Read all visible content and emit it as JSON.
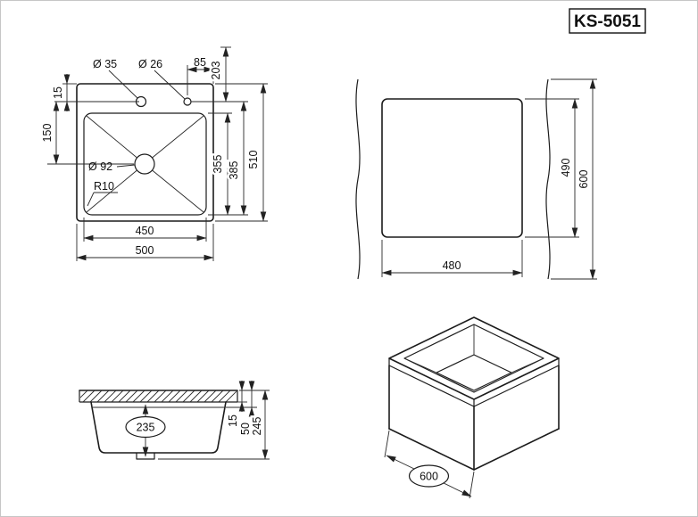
{
  "title": "KS-5051",
  "top_view": {
    "hole_left": "Ø 35",
    "hole_right": "Ø 26",
    "dim_85": "85",
    "dim_203": "203",
    "dim_15": "15",
    "dim_150": "150",
    "drain": "Ø 92",
    "corner_radius": "R10",
    "dim_355": "355",
    "dim_385": "385",
    "dim_450": "450",
    "dim_500": "500",
    "dim_510": "510"
  },
  "cutout_view": {
    "dim_480": "480",
    "dim_490": "490",
    "dim_600": "600"
  },
  "front_view": {
    "dim_235": "235",
    "dim_15": "15",
    "dim_50": "50",
    "dim_245": "245"
  },
  "iso_view": {
    "dim_600": "600"
  }
}
